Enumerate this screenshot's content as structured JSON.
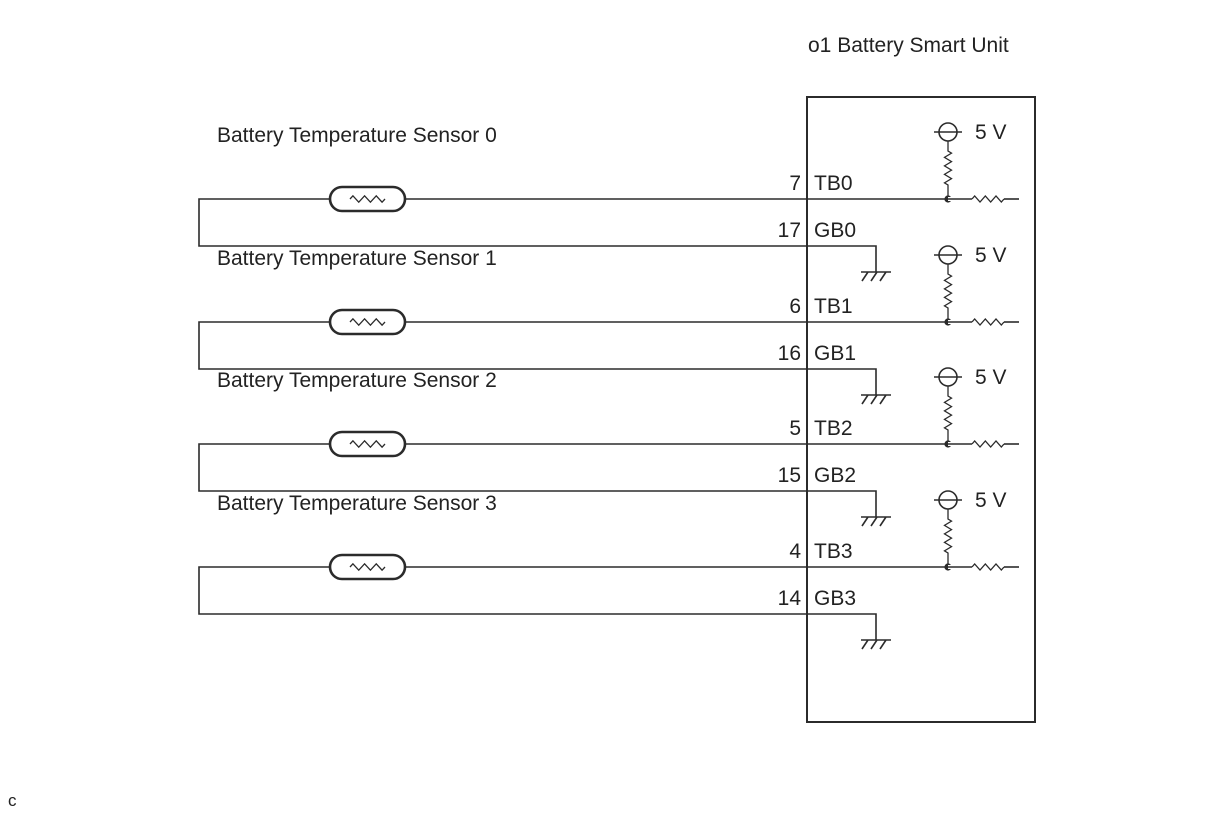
{
  "unit_title": "o1 Battery Smart Unit",
  "supply_label": "5 V",
  "footer_mark": "c",
  "sensors": [
    {
      "name": "Battery Temperature Sensor 0",
      "signal": {
        "pin": "7",
        "terminal": "TB0"
      },
      "ground": {
        "pin": "17",
        "terminal": "GB0"
      }
    },
    {
      "name": "Battery Temperature Sensor 1",
      "signal": {
        "pin": "6",
        "terminal": "TB1"
      },
      "ground": {
        "pin": "16",
        "terminal": "GB1"
      }
    },
    {
      "name": "Battery Temperature Sensor 2",
      "signal": {
        "pin": "5",
        "terminal": "TB2"
      },
      "ground": {
        "pin": "15",
        "terminal": "GB2"
      }
    },
    {
      "name": "Battery Temperature Sensor 3",
      "signal": {
        "pin": "4",
        "terminal": "TB3"
      },
      "ground": {
        "pin": "14",
        "terminal": "GB3"
      }
    }
  ]
}
